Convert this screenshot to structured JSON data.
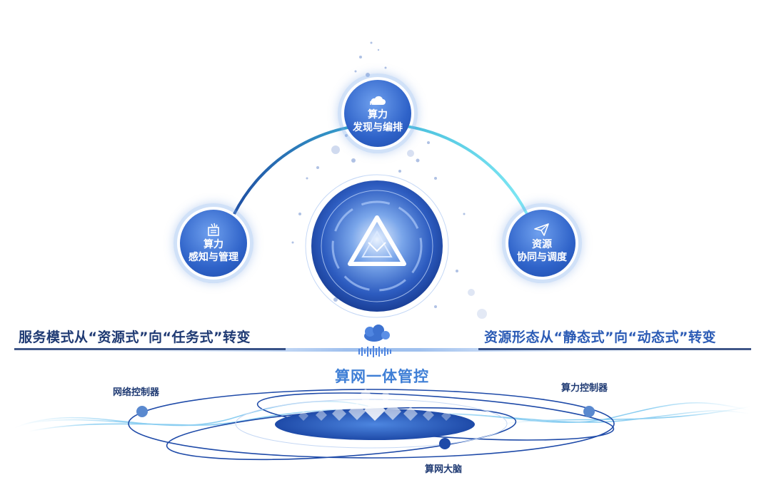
{
  "nodes": {
    "perception": {
      "line1": "算力",
      "line2": "感知与管理",
      "icon": "document-stack-icon"
    },
    "discovery": {
      "line1": "算力",
      "line2": "发现与编排",
      "icon": "cloud-icon"
    },
    "scheduling": {
      "line1": "资源",
      "line2": "协同与调度",
      "icon": "paper-plane-icon"
    }
  },
  "core": {
    "icon": "triangle-logo-icon"
  },
  "slogans": {
    "left": "服务模式从“资源式”向“任务式”转变",
    "right": "资源形态从“静态式”向“动态式”转变"
  },
  "center_title": "算网一体管控",
  "satellites": {
    "network_controller": "网络控制器",
    "compute_controller": "算力控制器",
    "brain": "算网大脑"
  },
  "colors": {
    "primary": "#2b5bb5",
    "dark": "#1f3a73",
    "accent": "#3f7fd6",
    "arc_light": "#7fe0f0"
  }
}
